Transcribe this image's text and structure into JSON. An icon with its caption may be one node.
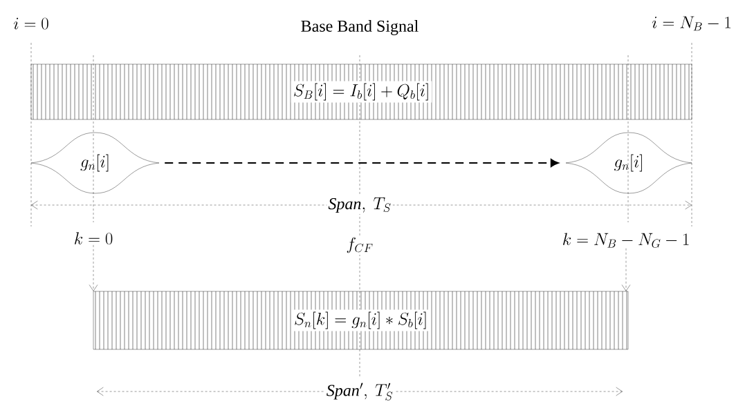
{
  "diagram": {
    "title": "Base Band Signal",
    "nodes": [
      {
        "text": [
          "S_B[i]=I_b[i]+Q_b[i]"
        ]
      },
      {
        "text": [
          "g_n[i]"
        ]
      },
      {
        "text": [
          "g_n[i]"
        ]
      },
      {
        "text": [
          "S_n[k]=g_n[i]*S_b[i]"
        ]
      },
      {
        "text": [
          "k=0"
        ]
      },
      {
        "text": [
          "k=N_B-N_G-1"
        ]
      }
    ],
    "edges": [
      {
        "from": 1,
        "to": 2,
        "arrow": "to",
        "style": "dashed"
      },
      {
        "from": 4,
        "to": 3,
        "arrow": "to",
        "style": "dashed"
      },
      {
        "from": 5,
        "to": 3,
        "arrow": "to",
        "style": "dashed"
      }
    ],
    "labels": [
      "i=0",
      "i=N_B-1",
      "\\mathit{Span},\\ T_S",
      "f_{CF}",
      "\\mathit{Span}',\\ T_S'"
    ]
  }
}
